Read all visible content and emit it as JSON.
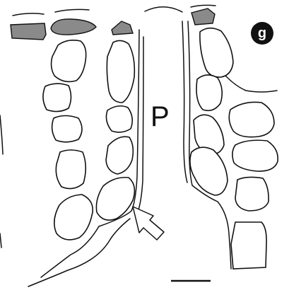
{
  "figure": {
    "panel_label": "g",
    "region_label": "P",
    "colors": {
      "background": "#ffffff",
      "outline": "#111111",
      "capping_cells": "#8a8a8a"
    },
    "icons": [
      "arrow-icon",
      "scale-bar"
    ]
  }
}
